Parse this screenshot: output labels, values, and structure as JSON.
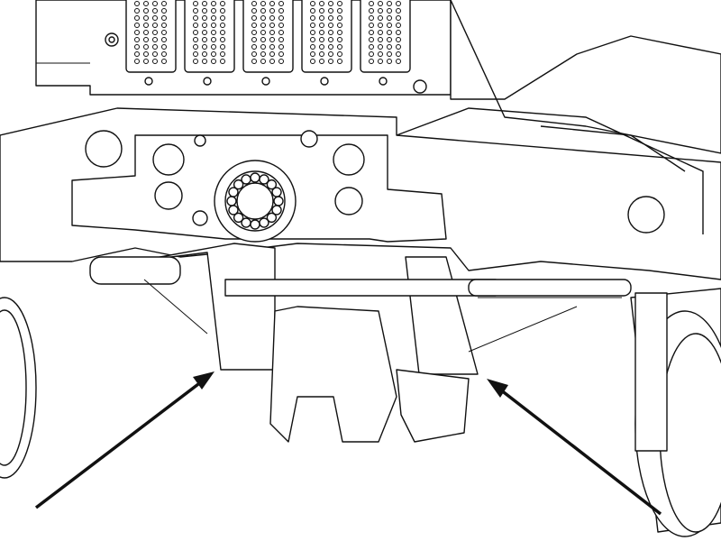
{
  "drawing": {
    "type": "mechanical-line-illustration",
    "colors": {
      "line": "#111111",
      "background": "#ffffff",
      "arrow": "#111111"
    },
    "callouts": [
      {
        "id": "left-arrow",
        "icon": "arrow-icon"
      },
      {
        "id": "right-arrow",
        "icon": "arrow-icon"
      }
    ],
    "connector_count": 5
  }
}
